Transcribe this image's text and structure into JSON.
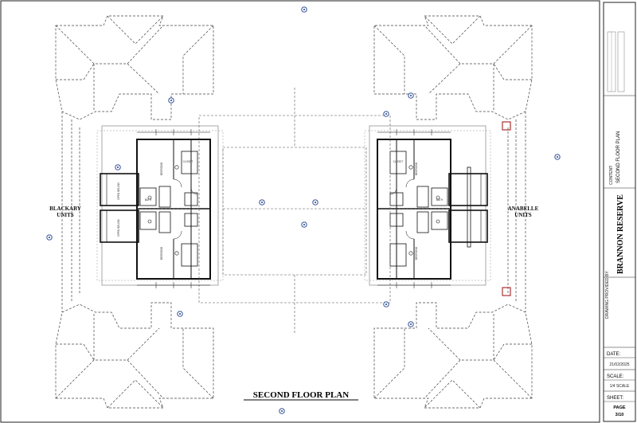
{
  "drawing": {
    "title": "SECOND FLOOR PLAN",
    "wings": {
      "left_label_1": "BLACKABY",
      "left_label_2": "UNITS",
      "right_label_1": "ANABELLE",
      "right_label_2": "UNITS"
    },
    "rooms": {
      "open_below": "OPEN BELOW",
      "bedroom": "BEDROOM",
      "bath": "BATH",
      "closet": "CLOSET"
    }
  },
  "title_block": {
    "content_label": "CONTENT:",
    "sheet_title": "SECOND FLOOR PLAN",
    "project_name": "BRANNON RESERVE",
    "drawn_by_label": "DRAWING PROVIDED BY:",
    "date_label": "DATE:",
    "date_value": "21/02/2025",
    "scale_label": "SCALE:",
    "scale_value": "1/4 SCALE",
    "sheet_label": "SHEET:",
    "page_label": "PAGE",
    "page_value": "3/10"
  }
}
